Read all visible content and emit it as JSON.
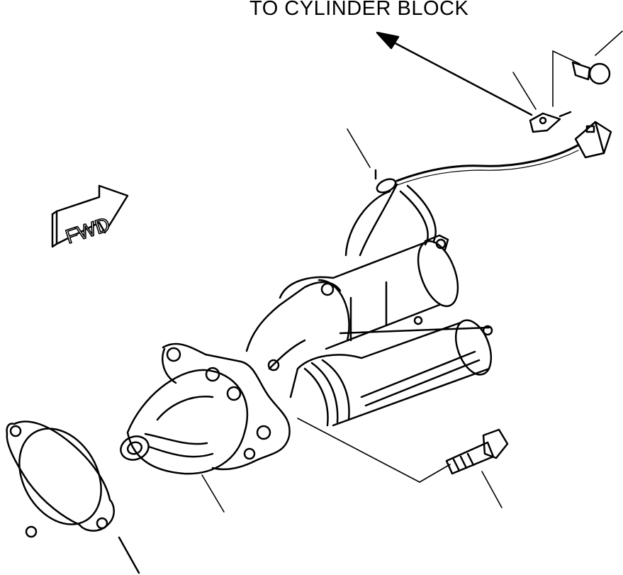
{
  "diagram": {
    "destination_label": "TO CYLINDER BLOCK",
    "direction_badge": "FWD",
    "line_color": "#000000",
    "background_color": "#ffffff",
    "parts": [
      {
        "name": "starter-motor",
        "icon": "starter-motor-icon"
      },
      {
        "name": "gasket",
        "icon": "gasket-icon"
      },
      {
        "name": "mounting-bolt",
        "icon": "bolt-icon"
      },
      {
        "name": "ground-bolt",
        "icon": "bolt-icon"
      },
      {
        "name": "ground-terminal",
        "icon": "terminal-icon"
      },
      {
        "name": "wire-harness-clip",
        "icon": "clip-icon"
      },
      {
        "name": "harness-connector",
        "icon": "connector-icon"
      }
    ]
  }
}
